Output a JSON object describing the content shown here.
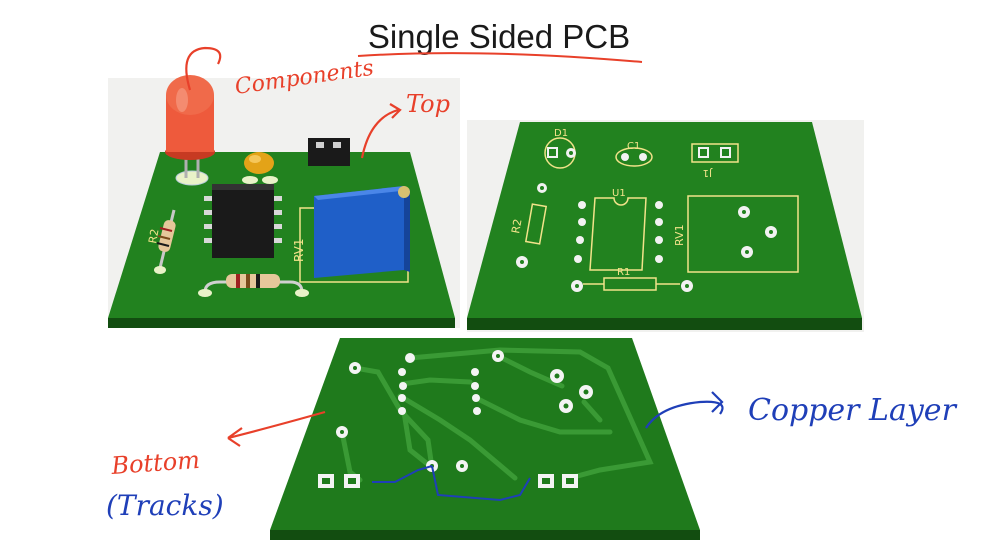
{
  "title": "Single Sided PCB",
  "annotations": {
    "components": "Components",
    "top": "Top",
    "bottom": "Bottom",
    "tracks": "(Tracks)",
    "copper_layer": "Copper Layer"
  },
  "silkscreen": {
    "r2_top": "R2",
    "rv1_top": "RV1",
    "d1": "D1",
    "c1": "C1",
    "j1": "J1",
    "u1": "U1",
    "r2": "R2",
    "r1": "R1",
    "rv1": "RV1"
  },
  "colors": {
    "board_green": "#1f7a1c",
    "board_edge": "#124d10",
    "silkscreen": "#f2e38a",
    "annotation_red": "#e8402a",
    "annotation_blue": "#1f3fb8"
  }
}
